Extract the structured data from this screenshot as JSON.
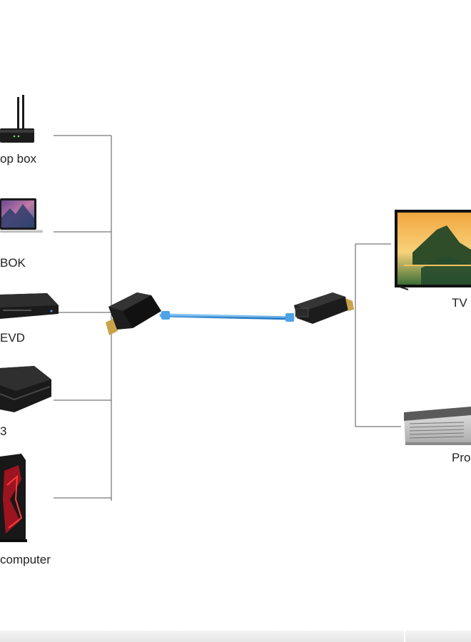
{
  "devices": {
    "set_top_box": {
      "label": "op box",
      "icon": "router-icon"
    },
    "laptop": {
      "label": "BOK",
      "icon": "laptop-icon"
    },
    "dvd_player": {
      "label": "EVD",
      "icon": "dvd-player-icon"
    },
    "game_console": {
      "label": "3",
      "icon": "game-console-icon"
    },
    "desktop": {
      "label": " computer",
      "icon": "desktop-tower-icon"
    }
  },
  "outputs": {
    "tv": {
      "label": "TV",
      "icon": "tv-icon"
    },
    "projector": {
      "label": "Pro",
      "icon": "projector-icon"
    }
  },
  "extender": {
    "transmitter_icon": "hdmi-transmitter-icon",
    "receiver_icon": "hdmi-receiver-icon",
    "cable_icon": "ethernet-cable-icon",
    "cable_color": "#3a8fd6"
  },
  "colors": {
    "connector_line": "#555555",
    "device_body": "#1c1c1c"
  }
}
